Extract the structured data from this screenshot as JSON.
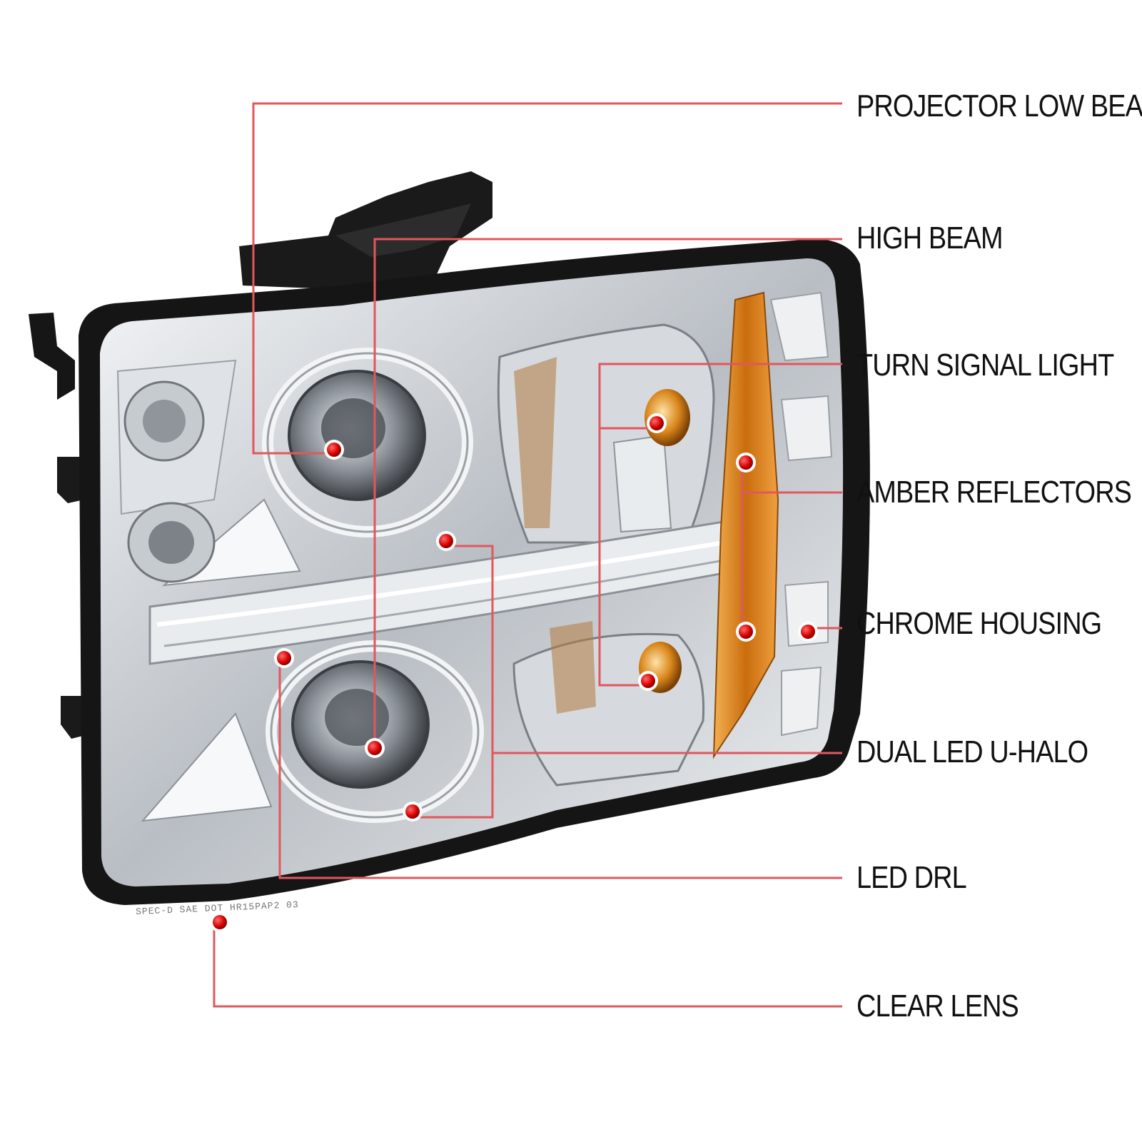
{
  "callouts": [
    {
      "id": "projector-low-beam",
      "label": "PROJECTOR LOW BEAM"
    },
    {
      "id": "high-beam",
      "label": "HIGH BEAM"
    },
    {
      "id": "turn-signal-light",
      "label": "TURN SIGNAL LIGHT"
    },
    {
      "id": "amber-reflectors",
      "label": "AMBER REFLECTORS"
    },
    {
      "id": "chrome-housing",
      "label": "CHROME HOUSING"
    },
    {
      "id": "dual-led-u-halo",
      "label": "DUAL LED U-HALO"
    },
    {
      "id": "led-drl",
      "label": "LED DRL"
    },
    {
      "id": "clear-lens",
      "label": "CLEAR LENS"
    }
  ],
  "lens_stamp": "SPEC-D SAE DOT HR15PAP2 03",
  "colors": {
    "leader_line": "#e0575d",
    "marker_dot": "#d40000",
    "amber": "#e08a1c",
    "chrome": "#cfd3d7",
    "housing_black": "#151515"
  }
}
